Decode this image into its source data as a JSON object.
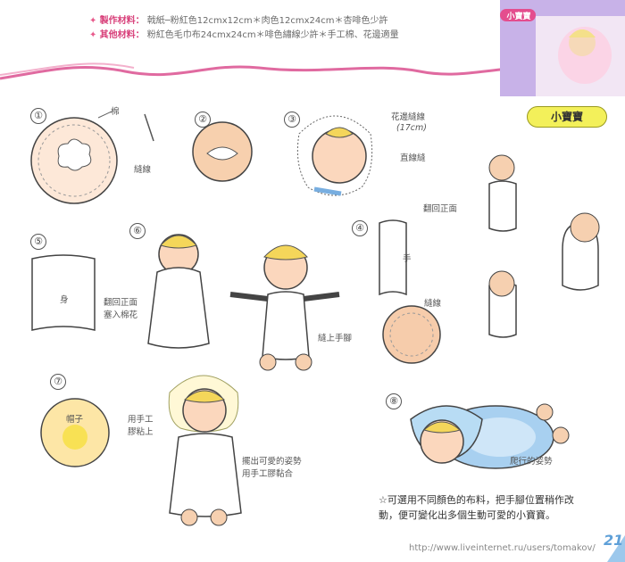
{
  "materials": [
    {
      "label": "製作材料：",
      "text": "戟紙─粉紅色12cmx12cm＊肉色12cmx24cm＊杏啡色少許"
    },
    {
      "label": "其他材料：",
      "text": "粉紅色毛巾布24cmx24cm＊啡色繡線少許＊手工棉、花邊適量"
    }
  ],
  "badge_corner": "小寶寶",
  "section_title": "小寶寶",
  "steps": [
    "①",
    "②",
    "③",
    "④",
    "⑤",
    "⑥",
    "⑦",
    "⑧"
  ],
  "notes": {
    "cotton": "棉",
    "stitch1": "縫線",
    "lace_stitch": "花邊縫線",
    "lace_len": "(17cm)",
    "straight_stitch": "直線縫",
    "turn_right_side4": "翻回正面",
    "hand": "手",
    "stitch4": "縫線",
    "body5": "身",
    "turn_stuff": "翻回正面\n塞入棉花",
    "sew_hands": "縫上手腳",
    "hat": "帽子",
    "hands_glue": "用手工\n膠粘上",
    "pose": "擺出可愛的姿勢\n用手工膠黏合",
    "crawl": "爬行的姿勢"
  },
  "tip": "☆可選用不同顏色的布料，把手腳位置稍作改動，便可變化出多個生動可愛的小寶寶。",
  "page_number": "21",
  "url": "http://www.liveinternet.ru/users/tomakov/"
}
